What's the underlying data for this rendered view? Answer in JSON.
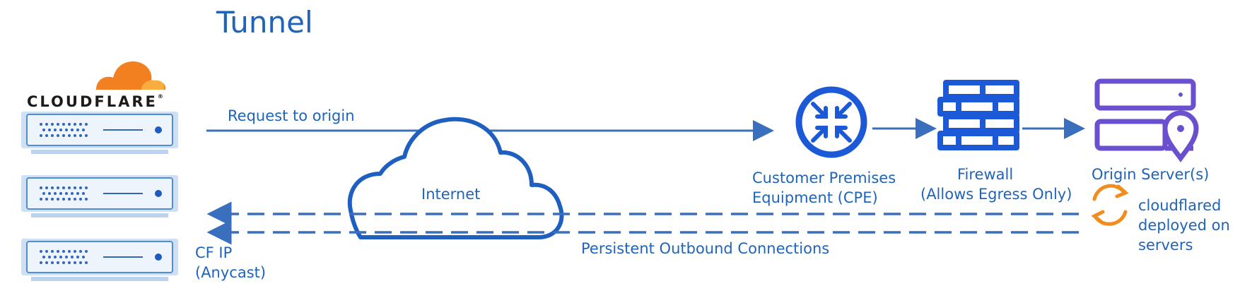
{
  "title": "Tunnel",
  "brand": {
    "name": "CLOUDFLARE",
    "mark": "®"
  },
  "labels": {
    "request": "Request to origin",
    "internet": "Internet",
    "cpe_line1": "Customer Premises",
    "cpe_line2": "Equipment (CPE)",
    "firewall_line1": "Firewall",
    "firewall_line2": "(Allows Egress Only)",
    "origin": "Origin Server(s)",
    "cfd_line1": "cloudflared",
    "cfd_line2": "deployed on",
    "cfd_line3": "servers",
    "persistent": "Persistent Outbound Connections",
    "cfip_line1": "CF IP",
    "cfip_line2": "(Anycast)"
  },
  "colors": {
    "primary": "#1f64b8",
    "arrow": "#3a6fbd",
    "cloudflare_orange": "#f38020",
    "cloudflare_light_orange": "#faad3f",
    "server_fill": "#eef4fc",
    "server_border": "#4f8ed4",
    "firewall": "#1b59d6",
    "origin_purple": "#6a4fcf",
    "sync_orange": "#f28c1c"
  },
  "icons": [
    "cloudflare-cloud-icon",
    "server-rack-icon",
    "internet-cloud-icon",
    "cpe-router-icon",
    "firewall-icon",
    "origin-server-icon",
    "sync-icon"
  ]
}
